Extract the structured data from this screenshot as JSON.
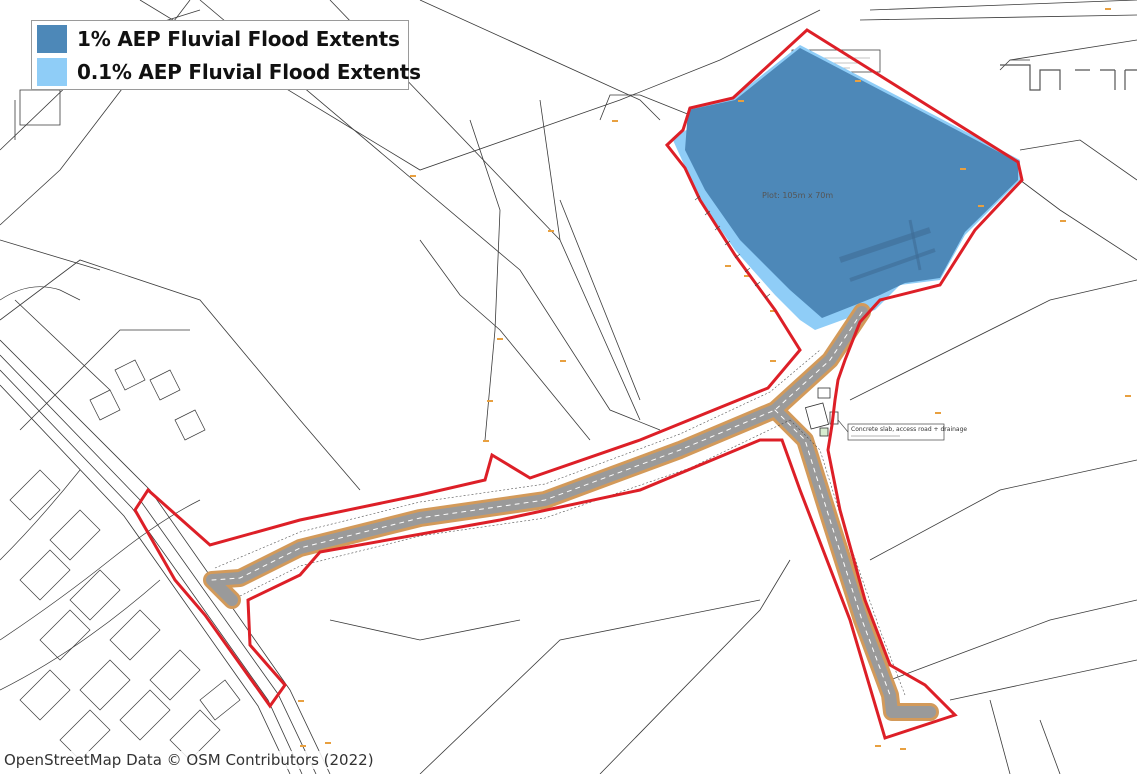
{
  "legend": {
    "items": [
      {
        "label": "1% AEP Fluvial Flood Extents",
        "color": "#4d88b8"
      },
      {
        "label": "0.1% AEP Fluvial Flood Extents",
        "color": "#8fcdf7"
      }
    ]
  },
  "attribution": "OpenStreetMap Data © OSM Contributors (2022)",
  "colors": {
    "site_boundary": "#dd1f27",
    "road_surface": "#9a9a9a",
    "road_verge": "#d39a5a",
    "basemap_lines": "#3a3a3a"
  },
  "plan_labels": {
    "plot_area": "Plot: 105m x 70m",
    "note_text": "Concrete slab, access road + drainage"
  }
}
